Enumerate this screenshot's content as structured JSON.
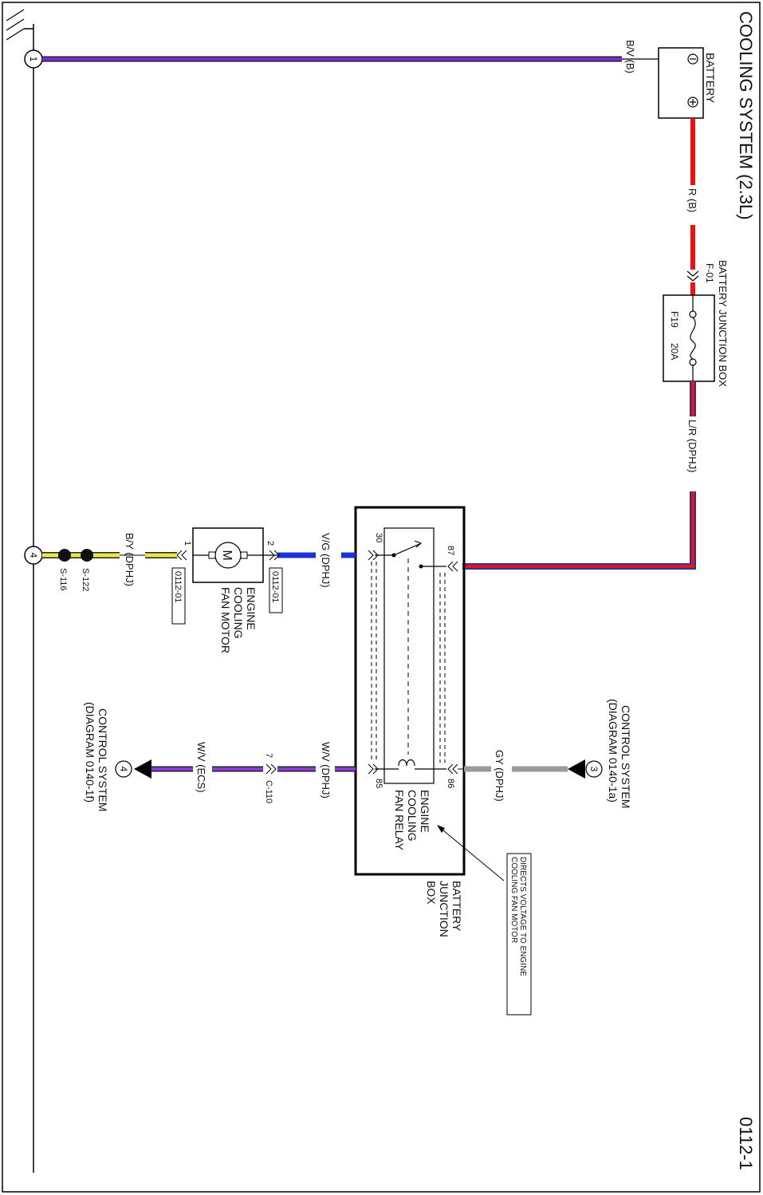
{
  "title": "COOLING SYSTEM (2.3L)",
  "page_number": "0112-1",
  "colors": {
    "bv": "#7a2ad8",
    "red": "#ee1111",
    "lr_blue": "#2233aa",
    "vg_blue": "#1d32d8",
    "gy": "#9a9a9a",
    "wv": "#8a3ad8",
    "by_yellow": "#e8e84a"
  },
  "ground_points": {
    "g1": "1",
    "g4": "4"
  },
  "battery": {
    "label": "BATTERY",
    "wire_neg": "B/V (B)",
    "wire_pos": "R (B)"
  },
  "fuse_box": {
    "label": "BATTERY JUNCTION BOX",
    "connector": "F-01",
    "fuse_id": "F19",
    "fuse_rating": "20A",
    "out_wire": "L/R (DPHJ)"
  },
  "relay": {
    "box_label_lines": [
      "BATTERY",
      "JUNCTION",
      "BOX"
    ],
    "relay_label_lines": [
      "ENGINE",
      "COOLING",
      "FAN RELAY"
    ],
    "pin30": "30",
    "pin87": "87",
    "pin85": "85",
    "pin86": "86"
  },
  "motor": {
    "label_lines": [
      "ENGINE",
      "COOLING",
      "FAN MOTOR"
    ],
    "symbol": "M",
    "pin1": "1",
    "pin2": "2",
    "conn_a": "0112-01",
    "conn_b": "0112-01",
    "wire_in": "V/G (DPHJ)",
    "wire_out": "B/Y (DPHJ)"
  },
  "splices": {
    "s1": "S-122",
    "s2": "S-116"
  },
  "control_in": {
    "marker": "3",
    "lines": [
      "CONTROL SYSTEM",
      "(DIAGRAM 0140-1a)"
    ],
    "wire": "GY (DPHJ)"
  },
  "control_out": {
    "marker": "4",
    "lines": [
      "CONTROL SYSTEM",
      "(DIAGRAM 0140-1f)"
    ],
    "wire_a": "W/V (DPHJ)",
    "wire_b": "W/V (ECS)",
    "connector": "C-110",
    "pin": "7"
  },
  "callout": {
    "lines": [
      "DIRECTS VOLTAGE TO ENGINE",
      "COOLING FAN MOTOR"
    ]
  }
}
